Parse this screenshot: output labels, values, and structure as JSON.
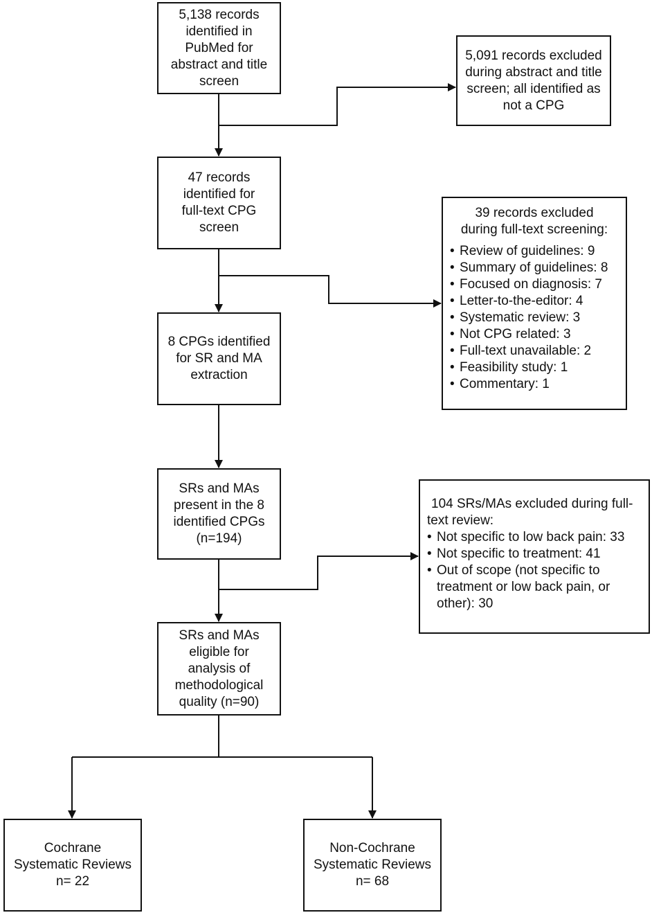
{
  "boxes": {
    "identified": {
      "lines": [
        "5,138 records",
        "identified in",
        "PubMed for",
        "abstract and title",
        "screen"
      ]
    },
    "excluded_abstract": {
      "lines": [
        "5,091 records excluded",
        "during abstract and title",
        "screen; all identified as",
        "not a CPG"
      ]
    },
    "fulltext": {
      "lines": [
        "47 records",
        "identified for",
        "full-text CPG",
        "screen"
      ]
    },
    "excluded_fulltext": {
      "head": [
        "39 records excluded",
        "during full-text screening:"
      ],
      "items": [
        "Review of  guidelines: 9",
        "Summary of guidelines: 8",
        "Focused on diagnosis: 7",
        "Letter-to-the-editor: 4",
        "Systematic review: 3",
        "Not CPG related: 3",
        "Full-text unavailable: 2",
        "Feasibility study: 1",
        "Commentary: 1"
      ]
    },
    "cpgs": {
      "lines": [
        "8 CPGs identified",
        "for SR and MA",
        "extraction"
      ]
    },
    "srs_present": {
      "lines": [
        "SRs and MAs",
        "present in the 8",
        "identified CPGs",
        "(n=194)"
      ]
    },
    "excluded_srs": {
      "head": [
        "104 SRs/MAs excluded during full-",
        "text review:"
      ],
      "items": [
        "Not specific to low back pain: 33",
        "Not specific to treatment: 41",
        "Out of scope (not specific to treatment or low back pain, or other): 30"
      ]
    },
    "eligible": {
      "lines": [
        "SRs and MAs",
        "eligible for",
        "analysis of",
        "methodological",
        "quality  (n=90)"
      ]
    },
    "cochrane": {
      "lines": [
        "Cochrane",
        "Systematic Reviews",
        "n= 22"
      ]
    },
    "non_cochrane": {
      "lines": [
        "Non-Cochrane",
        "Systematic Reviews",
        "n= 68"
      ]
    }
  }
}
